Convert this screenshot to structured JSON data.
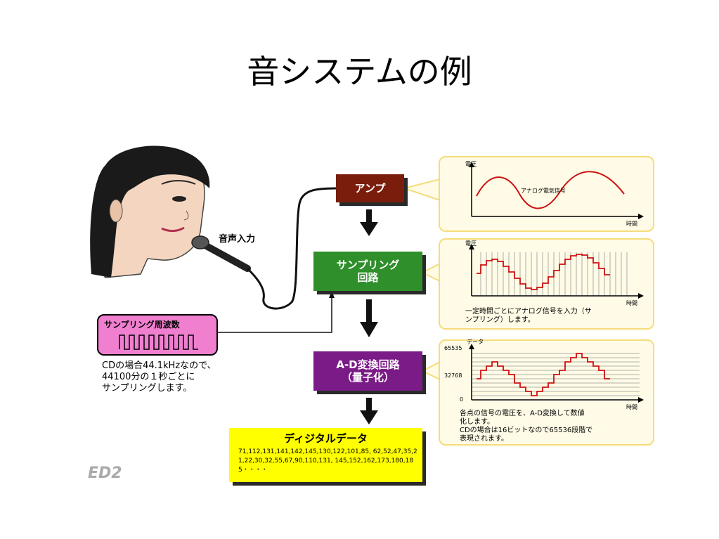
{
  "slide": {
    "title": "音システムの例",
    "voice_input_label": "音声入力",
    "amp_label": "アンプ",
    "sampling_label_1": "サンプリング",
    "sampling_label_2": "回路",
    "adc_label_1": "A-D変換回路",
    "adc_label_2": "（量子化）",
    "digital_title": "ディジタルデータ",
    "digital_values": "71,112,131,141,142,145,130,122,101,85, 62,52,47,35,21,22,30,32,55,67,90,110,131, 145,152,162,173,180,185・・・・",
    "sampling_freq_label": "サンプリング周波数",
    "cd_note_1": "CDの場合44.1kHzなので、",
    "cd_note_2": "44100分の１秒ごとに",
    "cd_note_3": "サンプリングします。",
    "logo": "ED2"
  },
  "panels": {
    "analog": {
      "y_label": "電圧",
      "x_label": "時間",
      "curve_label": "アナログ電気信号"
    },
    "sampled": {
      "y_label": "電圧",
      "x_label": "時間",
      "desc_1": "一定時間ごとにアナログ信号を入力（サ",
      "desc_2": "ンプリング）します。"
    },
    "quantized": {
      "y_label": "データ",
      "x_label": "時間",
      "tick_max": "65535",
      "tick_mid": "32768",
      "tick_min": "0",
      "desc_1": "各点の信号の電圧を、A-D変換して数値",
      "desc_2": "化します。",
      "desc_3": "CDの場合は16ビットなので65536段階で",
      "desc_4": "表現されます。"
    }
  },
  "colors": {
    "amp": "#7a1d0c",
    "sampling": "#2f8f2a",
    "adc": "#7a1b87",
    "digital": "#ffff00",
    "panel_bg": "#fffbe6",
    "panel_border": "#f5dc7a",
    "signal": "#cc1111",
    "pulse_box": "#f07fd0"
  }
}
